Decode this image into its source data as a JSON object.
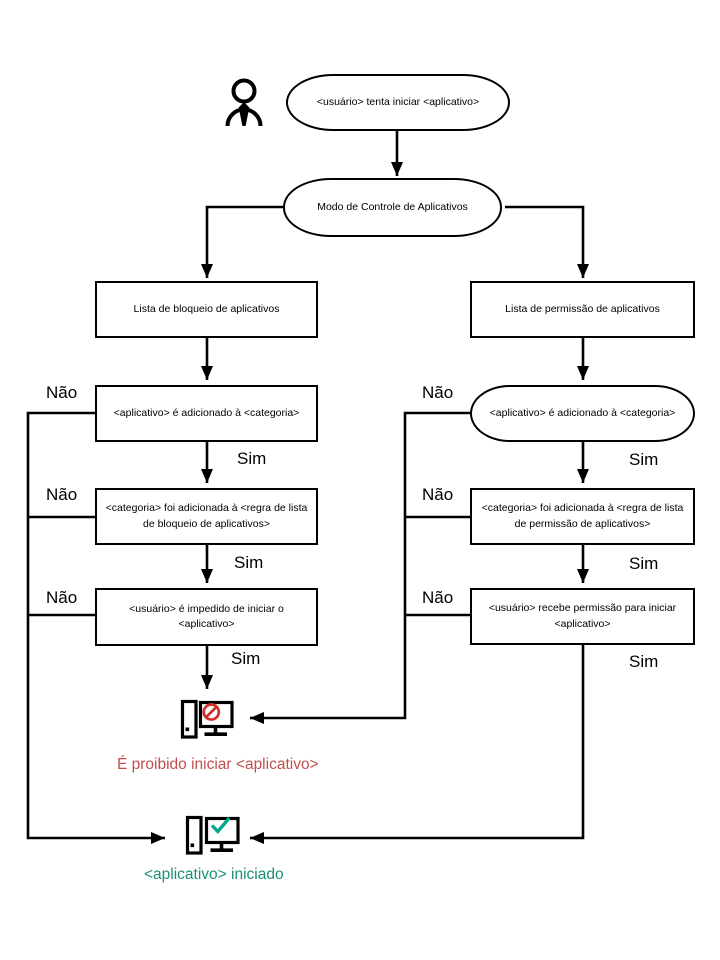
{
  "labels": {
    "no": "Não",
    "yes": "Sim"
  },
  "nodes": {
    "start": "<usuário> tenta iniciar <aplicativo>",
    "mode": "Modo de Controle de Aplicativos",
    "block_list": "Lista de bloqueio de aplicativos",
    "allow_list": "Lista de permissão de aplicativos",
    "block_app_category": "<aplicativo> é adicionado à <categoria>",
    "allow_app_category": "<aplicativo> é adicionado à <categoria>",
    "block_category_rule": "<categoria> foi adicionada à <regra de lista de bloqueio de aplicativos>",
    "allow_category_rule": "<categoria> foi adicionada à <regra de lista de permissão de aplicativos>",
    "block_user": "<usuário> é impedido de iniciar o <aplicativo>",
    "allow_user": "<usuário> recebe permissão para iniciar <aplicativo>",
    "result_blocked": "É proibido iniciar <aplicativo>",
    "result_started": "<aplicativo> iniciado"
  },
  "colors": {
    "line": "#000000",
    "prohibited_sign": "#d22f27",
    "blocked_text": "#c0504d",
    "check_mark": "#00a88e",
    "started_text": "#1b8e7a"
  }
}
